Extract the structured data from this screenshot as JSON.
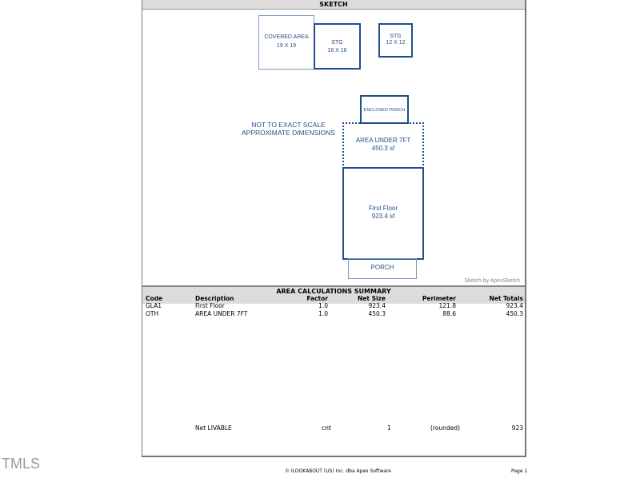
{
  "sketch": {
    "title": "SKETCH",
    "note_line1": "NOT TO EXACT SCALE",
    "note_line2": "APPROXIMATE DIMENSIONS",
    "credit": "Sketch by ApexSketch",
    "areas": {
      "covered_area": {
        "name": "COVERED AREA",
        "dims": "19 X 19"
      },
      "stg_16": {
        "name": "STG",
        "dims": "16 X 16"
      },
      "stg_12": {
        "name": "STG",
        "dims": "12 X 12"
      },
      "enclosed_porch": {
        "name": "ENCLOSED PORCH"
      },
      "area_under_7ft": {
        "name": "AREA UNDER 7FT",
        "size": "450.3 sf"
      },
      "first_floor": {
        "name": "First Floor",
        "size": "923.4 sf"
      },
      "porch": {
        "name": "PORCH"
      }
    }
  },
  "summary": {
    "title": "AREA CALCULATIONS SUMMARY",
    "columns": [
      "Code",
      "Description",
      "Factor",
      "Net Size",
      "Perimeter",
      "Net Totals"
    ],
    "rows": [
      [
        "GLA1",
        "First Floor",
        "1.0",
        "923.4",
        "121.8",
        "923.4"
      ],
      [
        "OTH",
        "AREA UNDER 7FT",
        "1.0",
        "450.3",
        "88.6",
        "450.3"
      ]
    ],
    "net_livable": {
      "label": "Net LIVABLE",
      "unit": "cnt",
      "count": "1",
      "note": "(rounded)",
      "total": "923"
    }
  },
  "footer": {
    "copyright": "© ILOOKABOUT (US) Inc. dba Apex Software",
    "page": "Page 1"
  },
  "watermark": "TMLS"
}
